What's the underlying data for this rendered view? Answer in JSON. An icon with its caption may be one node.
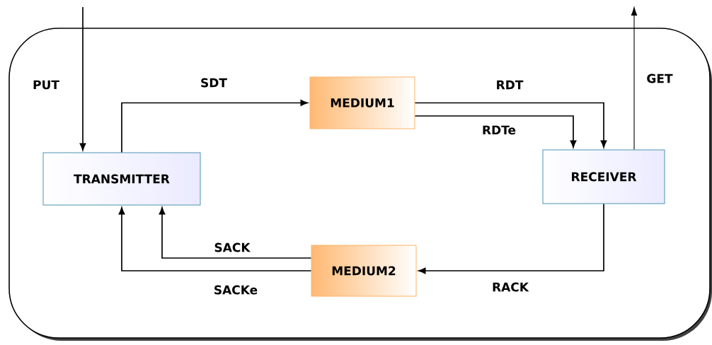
{
  "diagram": {
    "nodes": [
      {
        "text": [],
        "shape": "box"
      },
      {
        "text": [
          "TRANSMITTER"
        ],
        "in": 0
      },
      {
        "text": [
          "MEDIUM1"
        ],
        "in": 0
      },
      {
        "text": [
          "RECEIVER"
        ],
        "in": 0
      },
      {
        "text": [
          "MEDIUM2"
        ],
        "in": 0
      }
    ],
    "edges": [
      {
        "from": null,
        "to": 1,
        "arrow": "to",
        "label": "PUT"
      },
      {
        "from": 1,
        "to": 2,
        "arrow": "to",
        "label": "SDT"
      },
      {
        "from": 2,
        "to": 3,
        "arrow": "to",
        "label": "RDT"
      },
      {
        "from": 2,
        "to": 3,
        "arrow": "to",
        "label": "RDTe"
      },
      {
        "from": 3,
        "to": null,
        "arrow": "to",
        "label": "GET"
      },
      {
        "from": 3,
        "to": 4,
        "arrow": "to",
        "label": "RACK"
      },
      {
        "from": 4,
        "to": 1,
        "arrow": "to",
        "label": "SACK"
      },
      {
        "from": 4,
        "to": 1,
        "arrow": "to",
        "label": "SACKe"
      }
    ]
  }
}
